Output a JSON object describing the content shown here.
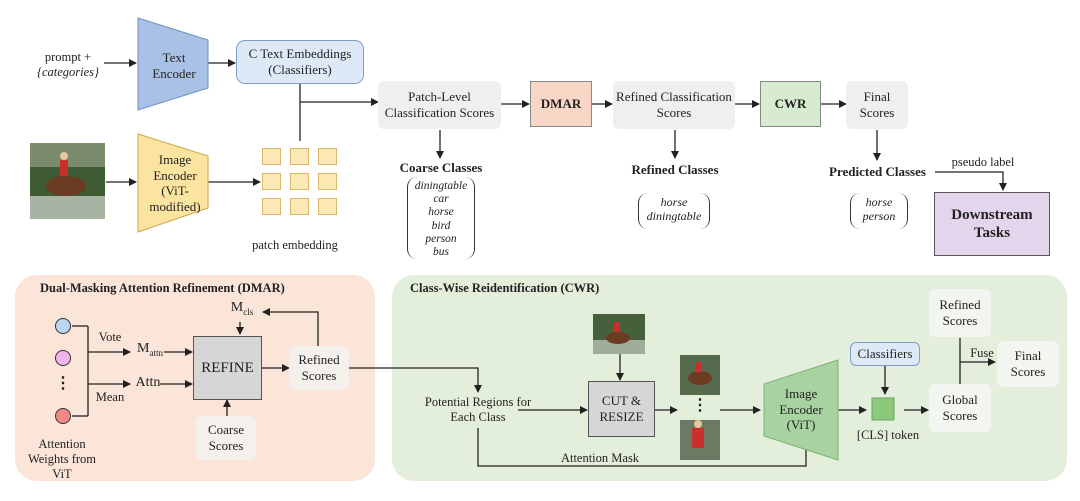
{
  "top": {
    "prompt_line1": "prompt +",
    "prompt_line2": "{categories}",
    "text_encoder": "Text Encoder",
    "text_embeddings": "C Text Embeddings (Classifiers)",
    "image_encoder": "Image Encoder (ViT-modified)",
    "patch_embedding": "patch embedding",
    "patch_scores": "Patch-Level Classification Scores",
    "dmar": "DMAR",
    "refined_scores": "Refined Classification Scores",
    "cwr": "CWR",
    "final_scores": "Final Scores",
    "coarse_title": "Coarse Classes",
    "coarse_list": [
      "diningtable",
      "car",
      "horse",
      "bird",
      "person",
      "bus"
    ],
    "refined_title": "Refined Classes",
    "refined_list": [
      "horse",
      "diningtable"
    ],
    "predicted_title": "Predicted Classes",
    "predicted_list": [
      "horse",
      "person"
    ],
    "pseudo_label": "pseudo label",
    "downstream": "Downstream Tasks"
  },
  "dmar_panel": {
    "title": "Dual-Masking Attention Refinement (DMAR)",
    "vote": "Vote",
    "mean": "Mean",
    "m_attn_main": "M",
    "m_attn_sub": "attn",
    "attn": "Attn",
    "m_cls_main": "M",
    "m_cls_sub": "cls",
    "refine": "REFINE",
    "refined_scores": "Refined Scores",
    "coarse_scores": "Coarse Scores",
    "attention_weights": "Attention Weights from ViT",
    "dots": "⋮"
  },
  "cwr_panel": {
    "title": "Class-Wise Reidentification (CWR)",
    "potential_regions": "Potential Regions for Each Class",
    "cut_resize": "CUT & RESIZE",
    "image_encoder": "Image Encoder (ViT)",
    "classifiers": "Classifiers",
    "cls_token": "[CLS] token",
    "refined_scores": "Refined Scores",
    "global_scores": "Global Scores",
    "fuse": "Fuse",
    "final_scores": "Final Scores",
    "attention_mask": "Attention Mask",
    "dots": "⋮"
  },
  "colors": {
    "text_encoder": "#a9c1e4",
    "image_encoder": "#fbe3a0",
    "embeddings_box": "#dde9f7",
    "dmar_box": "#f8d7c6",
    "cwr_box": "#d6ebcf",
    "downstream_box": "#e3d6ec",
    "dmar_panel": "#fbe4d8",
    "cwr_panel": "#e3efda",
    "vit_trapezoid": "#a8d3a1"
  }
}
